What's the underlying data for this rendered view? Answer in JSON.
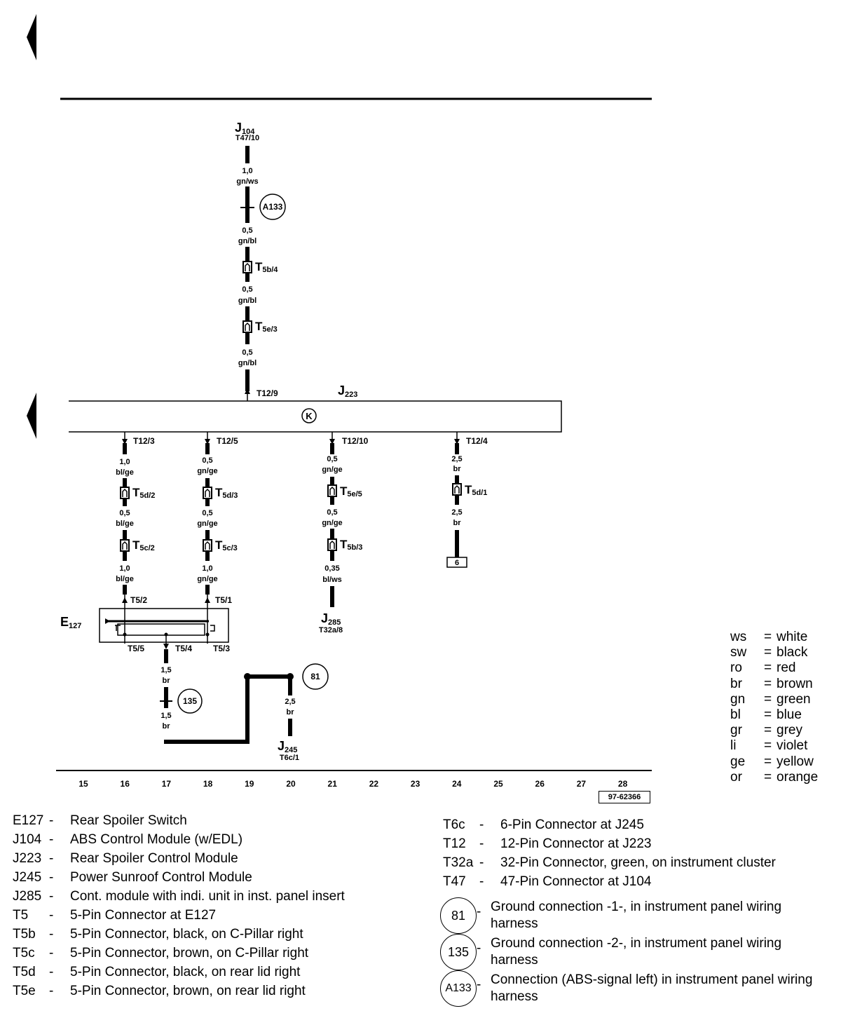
{
  "wires": {
    "j104_1": {
      "size": "1,0",
      "color": "gn/ws"
    },
    "j104_2": {
      "size": "0,5",
      "color": "gn/bl"
    },
    "j104_3": {
      "size": "0,5",
      "color": "gn/bl"
    },
    "j104_4": {
      "size": "0,5",
      "color": "gn/bl"
    },
    "c16_1": {
      "size": "1,0",
      "color": "bl/ge"
    },
    "c16_2": {
      "size": "0,5",
      "color": "bl/ge"
    },
    "c16_3": {
      "size": "1,0",
      "color": "bl/ge"
    },
    "c18_1": {
      "size": "0,5",
      "color": "gn/ge"
    },
    "c18_2": {
      "size": "0,5",
      "color": "gn/ge"
    },
    "c18_3": {
      "size": "1,0",
      "color": "gn/ge"
    },
    "c21_1": {
      "size": "0,5",
      "color": "gn/ge"
    },
    "c21_2": {
      "size": "0,5",
      "color": "gn/ge"
    },
    "c21_3": {
      "size": "0,35",
      "color": "bl/ws"
    },
    "c24_1": {
      "size": "2,5",
      "color": "br"
    },
    "c24_2": {
      "size": "2,5",
      "color": "br"
    },
    "c17_1": {
      "size": "1,5",
      "color": "br"
    },
    "c17_2": {
      "size": "1,5",
      "color": "br"
    },
    "c20_1": {
      "size": "2,5",
      "color": "br"
    }
  },
  "components": {
    "j104": {
      "name": "J",
      "sub": "104",
      "pin": "T47/10"
    },
    "j223": {
      "name": "J",
      "sub": "223"
    },
    "j285": {
      "name": "J",
      "sub": "285",
      "pin": "T32a/8"
    },
    "j245": {
      "name": "J",
      "sub": "245",
      "pin": "T6c/1"
    },
    "e127": {
      "name": "E",
      "sub": "127"
    }
  },
  "pins": {
    "t12_9": "T12/9",
    "t12_3": "T12/3",
    "t12_5": "T12/5",
    "t12_10": "T12/10",
    "t12_4": "T12/4",
    "t5_2": "T5/2",
    "t5_1": "T5/1",
    "t5_5": "T5/5",
    "t5_4": "T5/4",
    "t5_3": "T5/3"
  },
  "connectors": {
    "t5b_4": {
      "name": "T",
      "sub": "5b/4"
    },
    "t5e_3": {
      "name": "T",
      "sub": "5e/3"
    },
    "t5d_2": {
      "name": "T",
      "sub": "5d/2"
    },
    "t5c_2": {
      "name": "T",
      "sub": "5c/2"
    },
    "t5d_3": {
      "name": "T",
      "sub": "5d/3"
    },
    "t5c_3": {
      "name": "T",
      "sub": "5c/3"
    },
    "t5e_5": {
      "name": "T",
      "sub": "5e/5"
    },
    "t5b_3": {
      "name": "T",
      "sub": "5b/3"
    },
    "t5d_1": {
      "name": "T",
      "sub": "5d/1"
    }
  },
  "grounds": {
    "a133": "A133",
    "g135": "135",
    "g81": "81"
  },
  "terminal_6": "6",
  "module_symbol": "K",
  "tracks": [
    "15",
    "16",
    "17",
    "18",
    "19",
    "20",
    "21",
    "22",
    "23",
    "24",
    "25",
    "26",
    "27",
    "28"
  ],
  "reference": "97-62366",
  "color_legend": [
    {
      "abbr": "ws",
      "name": "white"
    },
    {
      "abbr": "sw",
      "name": "black"
    },
    {
      "abbr": "ro",
      "name": "red"
    },
    {
      "abbr": "br",
      "name": "brown"
    },
    {
      "abbr": "gn",
      "name": "green"
    },
    {
      "abbr": "bl",
      "name": "blue"
    },
    {
      "abbr": "gr",
      "name": "grey"
    },
    {
      "abbr": "li",
      "name": "violet"
    },
    {
      "abbr": "ge",
      "name": "yellow"
    },
    {
      "abbr": "or",
      "name": "orange"
    }
  ],
  "key_left": [
    {
      "code": "E127",
      "desc": "Rear Spoiler Switch"
    },
    {
      "code": "J104",
      "desc": "ABS Control Module (w/EDL)"
    },
    {
      "code": "J223",
      "desc": "Rear Spoiler Control Module"
    },
    {
      "code": "J245",
      "desc": "Power Sunroof Control Module"
    },
    {
      "code": "J285",
      "desc": "Cont. module with indi. unit in inst. panel insert"
    },
    {
      "code": "T5",
      "desc": "5-Pin Connector at E127"
    },
    {
      "code": "T5b",
      "desc": "5-Pin Connector, black, on C-Pillar right"
    },
    {
      "code": "T5c",
      "desc": "5-Pin Connector, brown, on C-Pillar right"
    },
    {
      "code": "T5d",
      "desc": "5-Pin Connector, black, on rear lid right"
    },
    {
      "code": "T5e",
      "desc": "5-Pin Connector, brown, on rear lid right"
    }
  ],
  "key_right": [
    {
      "code": "T6c",
      "desc": "6-Pin Connector at J245"
    },
    {
      "code": "T12",
      "desc": "12-Pin Connector at J223"
    },
    {
      "code": "T32a",
      "desc": "32-Pin Connector, green, on instrument cluster"
    },
    {
      "code": "T47",
      "desc": "47-Pin Connector at J104"
    }
  ],
  "ground_key": [
    {
      "id": "81",
      "desc": "Ground connection -1-, in instrument panel wiring harness"
    },
    {
      "id": "135",
      "desc": "Ground connection -2-, in instrument panel wiring harness"
    },
    {
      "id": "A133",
      "desc": "Connection (ABS-signal left) in instrument panel wiring harness"
    }
  ]
}
